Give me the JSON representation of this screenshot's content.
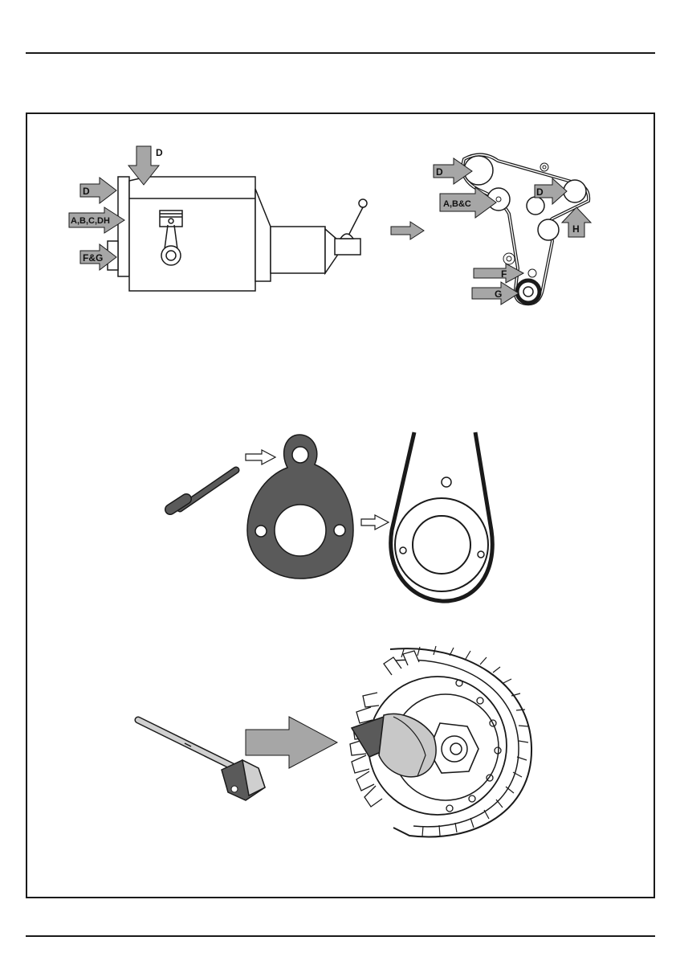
{
  "figure1": {
    "engine_labels": {
      "d_top": "D",
      "d_left": "D",
      "abcdh": "A,B,C,DH",
      "fg": "F&G"
    },
    "belt_labels": {
      "d_left": "D",
      "abc": "A,B&C",
      "d_right": "D",
      "h": "H",
      "f": "F",
      "g": "G"
    }
  },
  "colors": {
    "line": "#1a1a1a",
    "arrow_fill": "#a6a6a6",
    "tool_fill": "#5a5a5a",
    "light_gray": "#c8c8c8"
  }
}
